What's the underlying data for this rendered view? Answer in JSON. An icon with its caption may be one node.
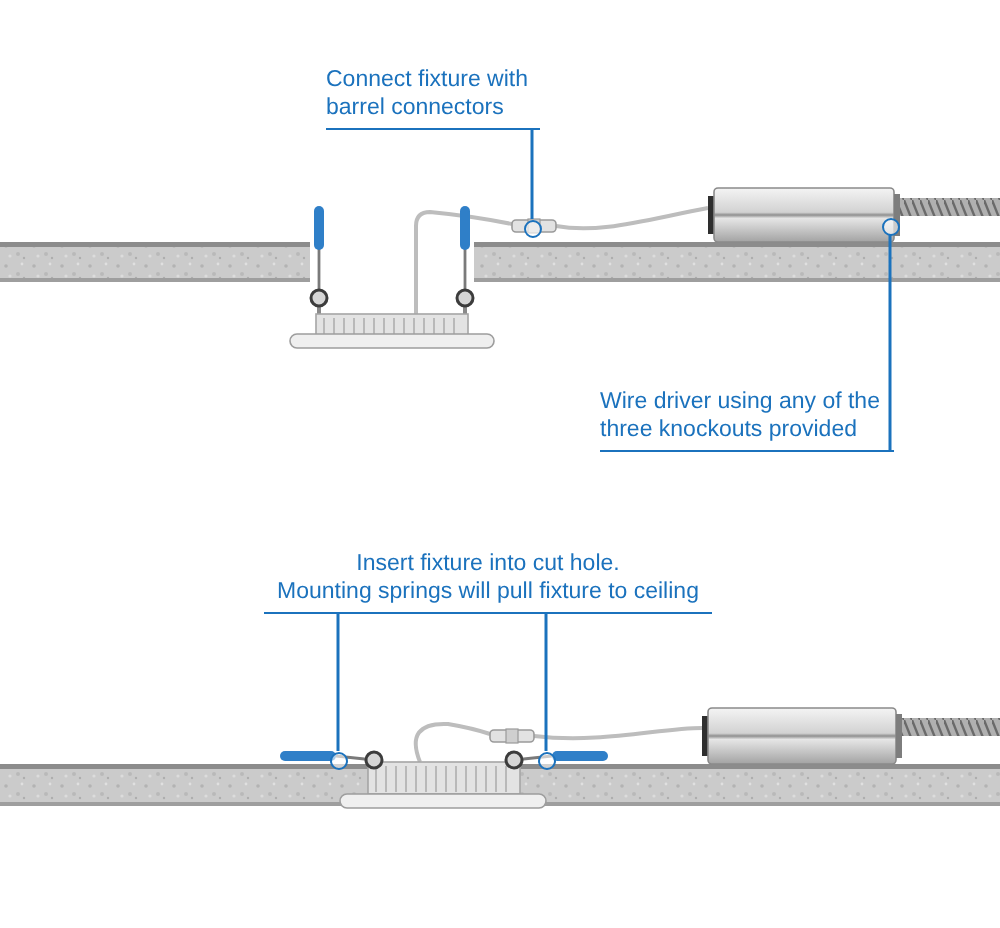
{
  "diagram": {
    "nodes": [
      {
        "text": [
          "Connect fixture with barrel connectors"
        ]
      },
      {
        "text": [],
        "shape": "circle"
      },
      {
        "text": [
          "Wire driver using any of the three knockouts provided"
        ]
      },
      {
        "text": [],
        "shape": "circle"
      },
      {
        "text": [
          "Insert fixture into cut hole. Mounting springs will pull fixture to ceiling"
        ]
      },
      {
        "text": [],
        "shape": "circle"
      },
      {
        "text": [],
        "shape": "circle"
      }
    ],
    "edges": [
      {
        "from": 0,
        "to": 1,
        "arrow": "none"
      },
      {
        "from": 2,
        "to": 3,
        "arrow": "none"
      },
      {
        "from": 4,
        "to": 5,
        "arrow": "none"
      },
      {
        "from": 4,
        "to": 6,
        "arrow": "none"
      }
    ]
  }
}
